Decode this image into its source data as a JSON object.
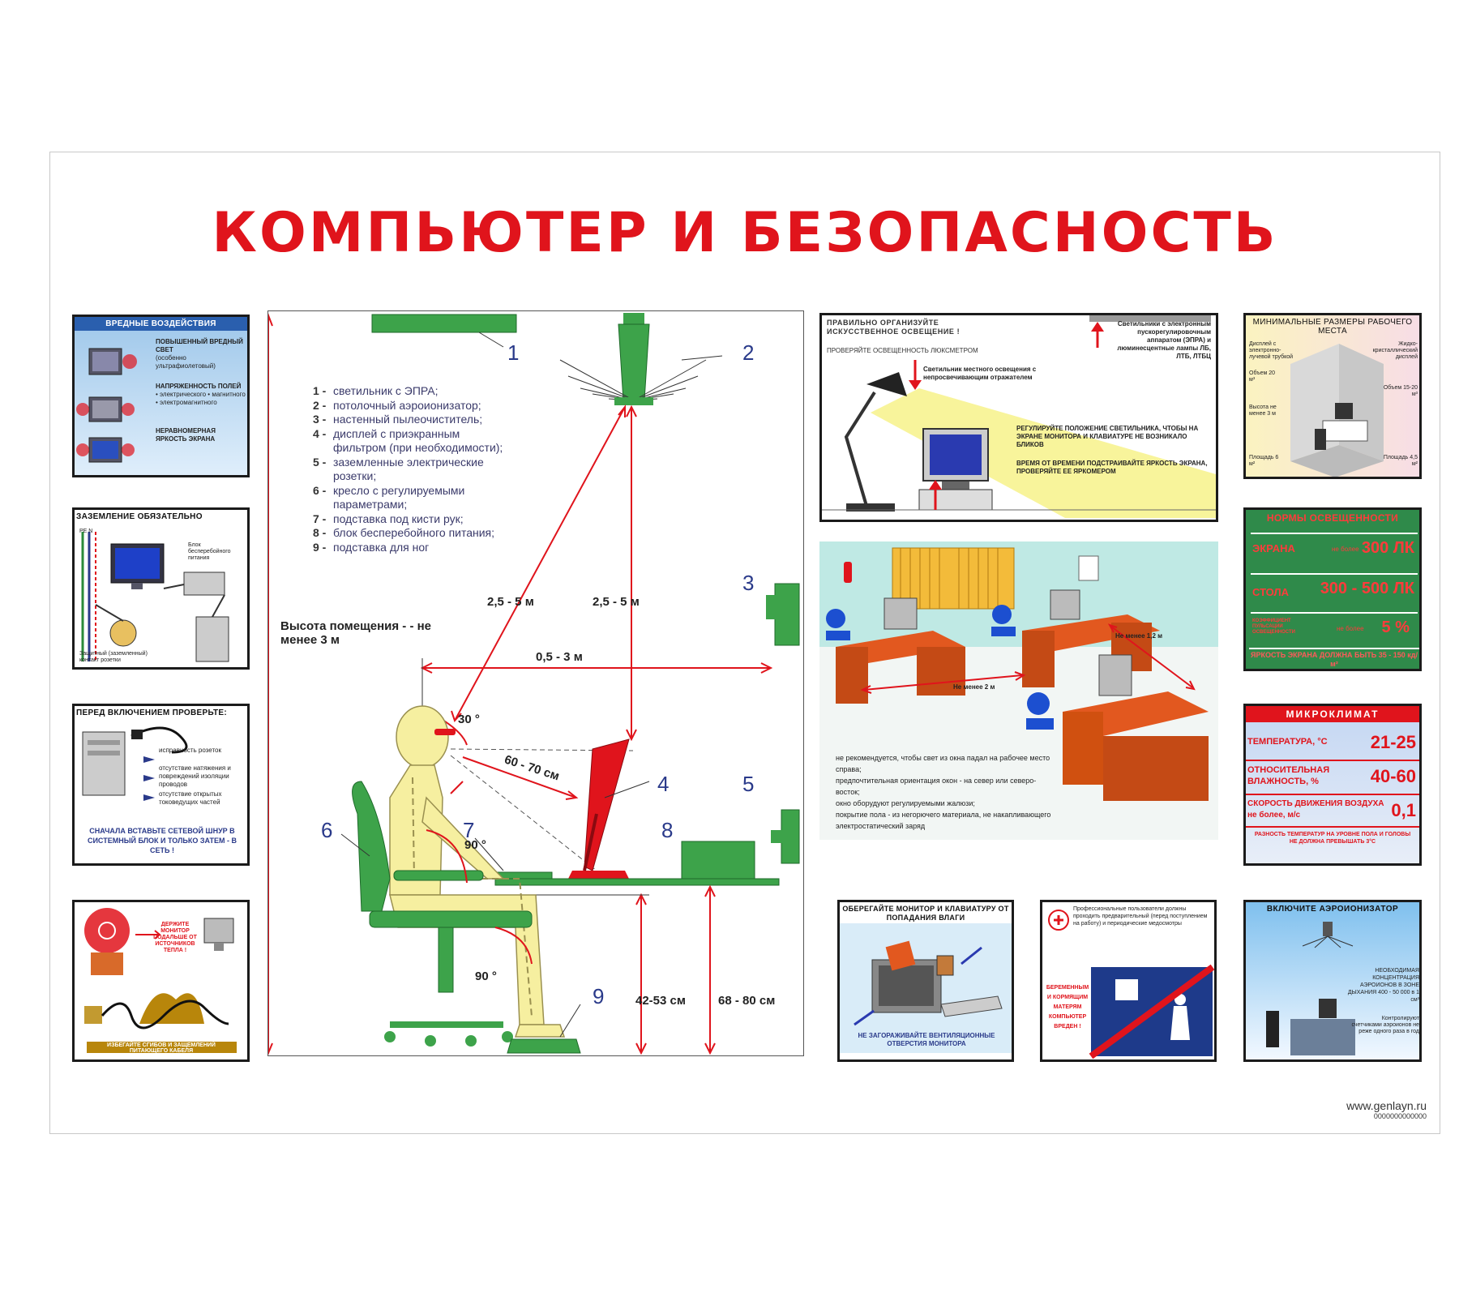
{
  "title": "КОМПЬЮТЕР И БЕЗОПАСНОСТЬ",
  "left_panels": {
    "harmful": {
      "title": "ВРЕДНЫЕ ВОЗДЕЙСТВИЯ",
      "items": [
        {
          "head": "ПОВЫШЕННЫЙ ВРЕДНЫЙ СВЕТ",
          "sub": "(особенно ультрафиолетовый)"
        },
        {
          "head": "НАПРЯЖЕННОСТЬ ПОЛЕЙ",
          "sub": "• электрического • магнитного • электромагнитного"
        },
        {
          "head": "НЕРАВНОМЕРНАЯ ЯРКОСТЬ ЭКРАНА",
          "sub": ""
        }
      ]
    },
    "grounding": {
      "title": "ЗАЗЕМЛЕНИЕ ОБЯЗАТЕЛЬНО",
      "ups_label": "Блок бесперебойного питания",
      "socket_label": "Защитный (заземленный) контакт розетки",
      "pe_label": "PE N"
    },
    "check": {
      "title": "ПЕРЕД ВКЛЮЧЕНИЕМ ПРОВЕРЬТЕ:",
      "items": [
        "исправность розеток",
        "отсутствие натяжения и повреждений изоляции проводов",
        "отсутствие открытых токоведущих частей"
      ],
      "note": "СНАЧАЛА ВСТАВЬТЕ СЕТЕВОЙ ШНУР В СИСТЕМНЫЙ БЛОК И ТОЛЬКО ЗАТЕМ - В СЕТЬ !"
    },
    "heat": {
      "text": "ДЕРЖИТЕ МОНИТОР ПОДАЛЬШЕ ОТ ИСТОЧНИКОВ ТЕПЛА !",
      "bottom": "ИЗБЕГАЙТЕ СГИБОВ И ЗАЩЕМЛЕНИЙ ПИТАЮЩЕГО КАБЕЛЯ"
    }
  },
  "main": {
    "legend": [
      {
        "n": "1 -",
        "t": "светильник с ЭПРА;"
      },
      {
        "n": "2 -",
        "t": "потолочный аэроионизатор;"
      },
      {
        "n": "3 -",
        "t": "настенный пылеочиститель;"
      },
      {
        "n": "4 -",
        "t": "дисплей с приэкранным"
      },
      {
        "n": "",
        "t": "фильтром (при необходимости);"
      },
      {
        "n": "5 -",
        "t": "заземленные электрические"
      },
      {
        "n": "",
        "t": "розетки;"
      },
      {
        "n": "6 -",
        "t": "кресло с регулируемыми"
      },
      {
        "n": "",
        "t": "параметрами;"
      },
      {
        "n": "7 -",
        "t": "подставка под кисти рук;"
      },
      {
        "n": "8 -",
        "t": "блок бесперебойного питания;"
      },
      {
        "n": "9 -",
        "t": "подставка для ног"
      }
    ],
    "numbers": [
      "1",
      "2",
      "3",
      "4",
      "5",
      "6",
      "7",
      "8",
      "9"
    ],
    "height_label": "Высота помещения - - не менее 3 м",
    "dist_left": "2,5 - 5 м",
    "dist_right": "2,5 - 5 м",
    "dist_wall": "0,5 - 3 м",
    "angle_eye": "30 °",
    "eye_dist": "60 - 70 см",
    "angle_elbow": "90 °",
    "angle_knee": "90 °",
    "desk_h1": "42-53 см",
    "desk_h2": "68 - 80 см"
  },
  "lighting": {
    "title1": "ПРАВИЛЬНО ОРГАНИЗУЙТЕ ИСКУССТВЕННОЕ ОСВЕЩЕНИЕ !",
    "title2": "ПРОВЕРЯЙТЕ ОСВЕЩЕННОСТЬ ЛЮКСМЕТРОМ",
    "lamps": "Светильники с электронным пускорегулировочным аппаратом (ЭПРА) и люминесцентные лампы ЛБ, ЛТБ, ЛТБЦ",
    "local": "Светильник местного освещения с непросвечивающим отражателем",
    "tip1": "РЕГУЛИРУЙТЕ ПОЛОЖЕНИЕ СВЕТИЛЬНИКА, ЧТОБЫ НА ЭКРАНЕ МОНИТОРА И КЛАВИАТУРЕ НЕ ВОЗНИКАЛО БЛИКОВ",
    "tip2": "ВРЕМЯ ОТ ВРЕМЕНИ ПОДСТРАИВАЙТЕ ЯРКОСТЬ ЭКРАНА, ПРОВЕРЯЙТЕ ЕЕ ЯРКОМЕРОМ"
  },
  "office": {
    "dist1": "Не менее 1,2 м",
    "dist2": "Не менее 2 м",
    "bullets": [
      "не рекомендуется, чтобы свет из окна падал на рабочее место справа;",
      "предпочтительная ориентация окон - на север или северо-восток;",
      "окно оборудуют регулируемыми жалюзи;",
      "покрытие пола - из негорючего материала, не накапливающего электростатический заряд"
    ]
  },
  "min_size": {
    "title": "МИНИМАЛЬНЫЕ РАЗМЕРЫ РАБОЧЕГО МЕСТА",
    "left": "Дисплей с электронно-лучевой трубкой",
    "right": "Жидко-кристаллический дисплей",
    "vol_l": "Объем 20 м³",
    "vol_r": "Объем 15-20 м³",
    "height": "Высота не менее 3 м",
    "area_l": "Площадь 6 м²",
    "area_r": "Площадь 4,5 м²"
  },
  "norms": {
    "title": "НОРМЫ ОСВЕЩЕННОСТИ",
    "rows": [
      {
        "k": "ЭКРАНА",
        "p": "не более",
        "v": "300 ЛК"
      },
      {
        "k": "СТОЛА",
        "p": "",
        "v": "300 - 500 ЛК"
      },
      {
        "k": "КОЭФФИЦИЕНТ ПУЛЬСАЦИИ ОСВЕЩЕННОСТИ",
        "p": "не более",
        "v": "5 %"
      }
    ],
    "note": "ЯРКОСТЬ ЭКРАНА ДОЛЖНА БЫТЬ 35 - 150 кд/м²"
  },
  "micro": {
    "title": "МИКРОКЛИМАТ",
    "rows": [
      {
        "k": "ТЕМПЕРАТУРА, °С",
        "v": "21-25"
      },
      {
        "k": "ОТНОСИТЕЛЬНАЯ ВЛАЖНОСТЬ, %",
        "v": "40-60"
      },
      {
        "k": "СКОРОСТЬ ДВИЖЕНИЯ ВОЗДУХА не более, м/с",
        "v": "0,1"
      }
    ],
    "note": "РАЗНОСТЬ ТЕМПЕРАТУР НА УРОВНЕ ПОЛА И ГОЛОВЫ НЕ ДОЛЖНА ПРЕВЫШАТЬ 3°С"
  },
  "moisture": {
    "title": "ОБЕРЕГАЙТЕ МОНИТОР И КЛАВИАТУРУ ОТ ПОПАДАНИЯ ВЛАГИ",
    "note": "НЕ ЗАГОРАЖИВАЙТЕ ВЕНТИЛЯЦИОННЫЕ ОТВЕРСТИЯ МОНИТОРА"
  },
  "medical": {
    "text": "Профессиональные пользователи должны проходить предварительный (перед поступлением на работу) и периодические медосмотры",
    "warn": "БЕРЕМЕННЫМ И КОРМЯЩИМ МАТЕРЯМ КОМПЬЮТЕР ВРЕДЕН !"
  },
  "ionizer": {
    "title": "ВКЛЮЧИТЕ АЭРОИОНИЗАТОР",
    "text": "НЕОБХОДИМАЯ КОНЦЕНТРАЦИЯ АЭРОИОНОВ В ЗОНЕ ДЫХАНИЯ 400 - 50 000 в 1 см³",
    "text2": "Контролируют счетчиками аэроионов не реже одного раза в год"
  },
  "footer": {
    "site": "www.genlayn.ru",
    "code": "0000000000000"
  },
  "colors": {
    "red": "#e0141c",
    "green": "#3da34a",
    "blue": "#2a3a8a",
    "skin": "#f6efa0",
    "orange": "#e2581f"
  }
}
